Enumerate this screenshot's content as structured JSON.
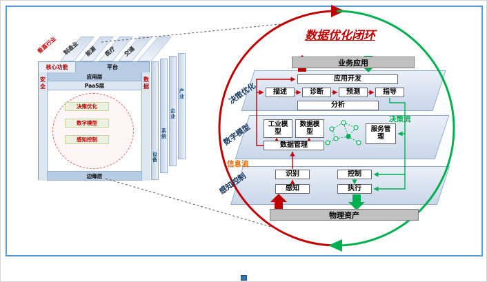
{
  "left_diagram": {
    "industries": [
      "垂直行业",
      "制造业",
      "能源",
      "医疗",
      "交通"
    ],
    "core": "核心功能",
    "platform": "平台",
    "rows": [
      "应用层",
      "PaaS层",
      "边缘层"
    ],
    "security": "安全",
    "data_strip": "数据",
    "loop_items": [
      "决策优化",
      "数字模型",
      "感知控制"
    ],
    "panels": [
      "设备",
      "系统",
      "企业",
      "产业"
    ]
  },
  "right_diagram": {
    "title": "数据优化闭环",
    "top_bar": "业务应用",
    "bottom_bar": "物理资产",
    "layer_labels": [
      "决策优化",
      "数字模型",
      "感知控制"
    ],
    "decision_layer": {
      "app_dev": "应用开发",
      "steps": [
        "描述",
        "诊断",
        "预测",
        "指导"
      ],
      "analysis": "分析"
    },
    "model_layer": {
      "industrial_model": "工业模型",
      "data_model": "数据模型",
      "data_mgmt": "数据管理",
      "service_mgmt": "服务管理"
    },
    "control_layer": {
      "identify": "识别",
      "control": "控制",
      "sense": "感知",
      "execute": "执行"
    },
    "flows": {
      "info_flow": "信息流",
      "decision_flow": "决策流"
    },
    "colors": {
      "red": "#c00000",
      "green": "#00b050",
      "plane": "#dce6f1",
      "navy": "#17375e",
      "orange": "#e36c09",
      "frame": "#5b9bd5"
    }
  }
}
